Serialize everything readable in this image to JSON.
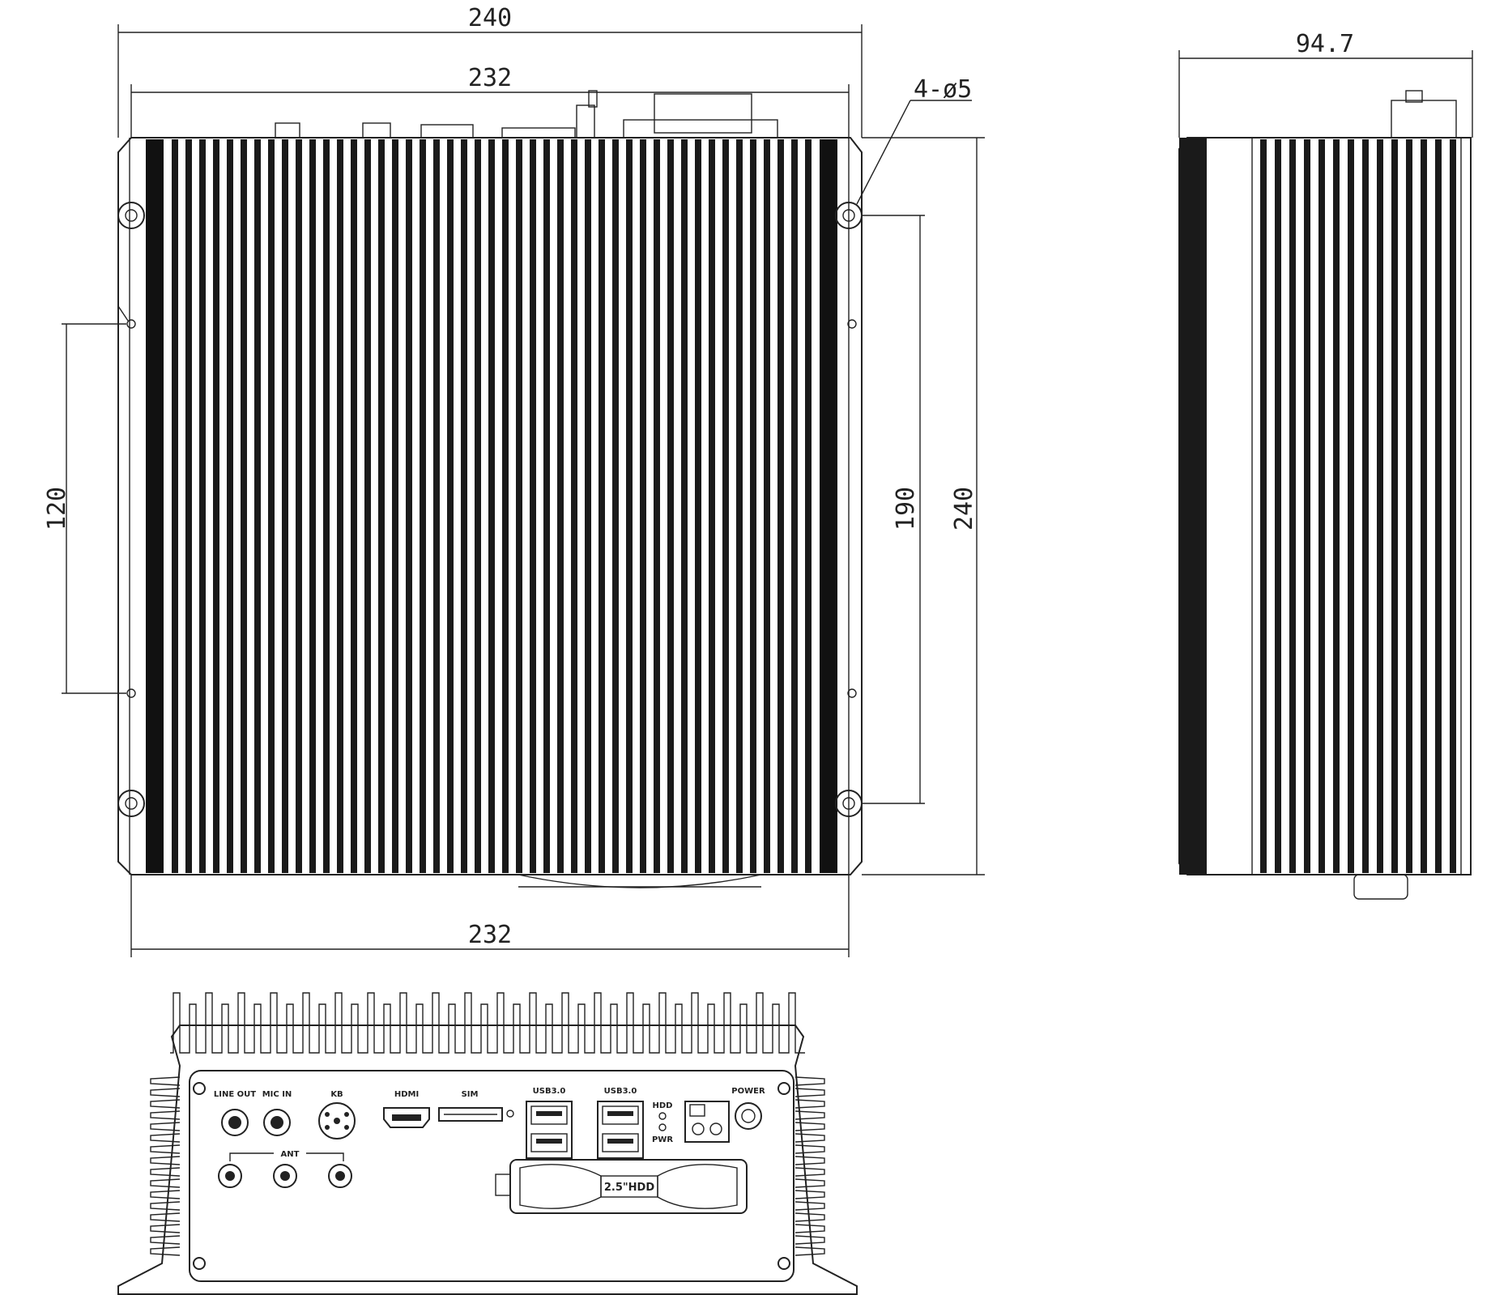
{
  "dimensions": {
    "top_width_outer": "240",
    "top_width_inner": "232",
    "bottom_width": "232",
    "hole_spec": "4-ø5",
    "left_hole_spacing": "120",
    "right_hole_spacing": "190",
    "overall_height": "240",
    "side_depth": "94.7"
  },
  "front_panel": {
    "line_out": "LINE OUT",
    "mic_in": "MIC IN",
    "kb": "KB",
    "hdmi": "HDMI",
    "sim": "SIM",
    "usb_1": "USB3.0",
    "usb_2": "USB3.0",
    "hdd_led": "HDD",
    "pwr_led": "PWR",
    "power": "POWER",
    "ant": "ANT",
    "hdd_bay": "2.5\"HDD"
  }
}
